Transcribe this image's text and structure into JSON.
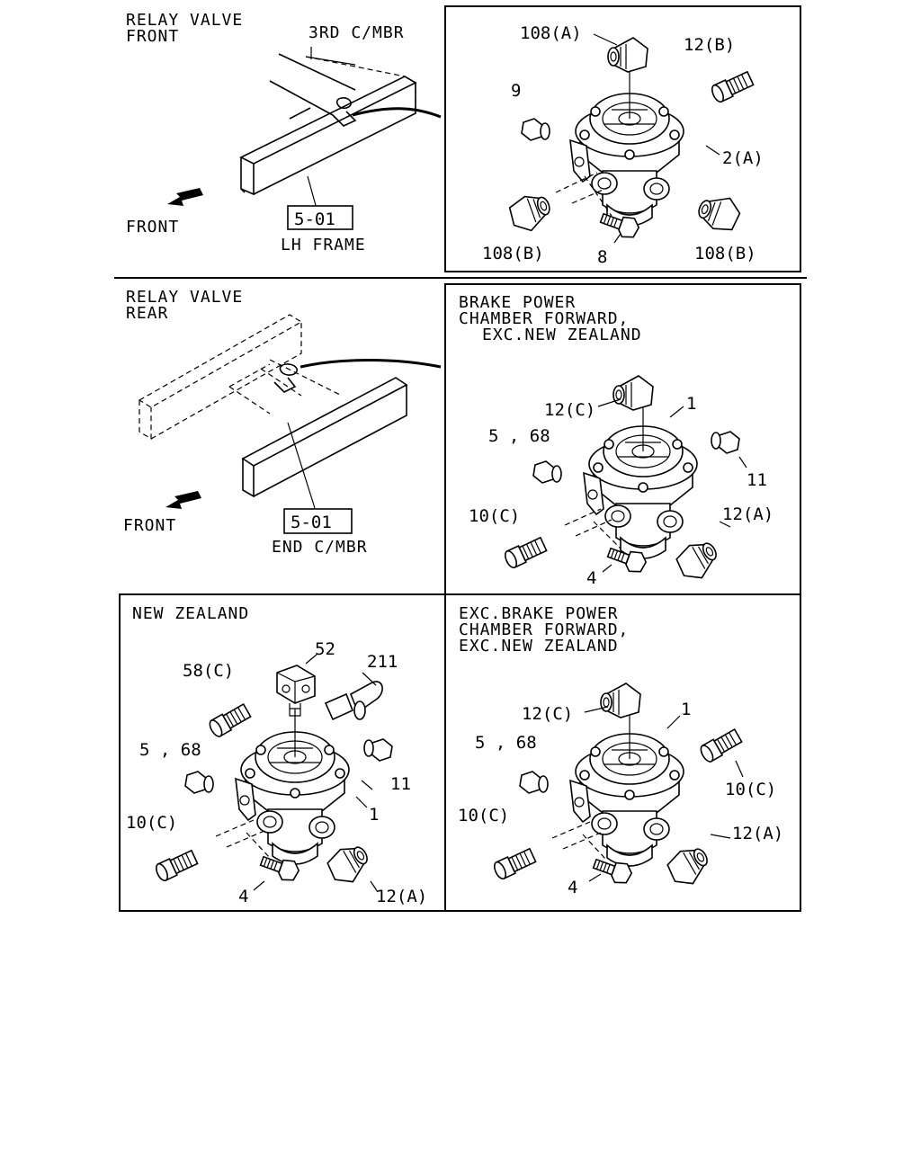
{
  "panels": {
    "relay_front": {
      "title_line1": "RELAY VALVE",
      "title_line2": "FRONT",
      "member_label": "3RD C/MBR",
      "ref_code": "5-01",
      "frame_label": "LH FRAME",
      "front_label": "FRONT"
    },
    "relay_front_parts": {
      "labels": [
        "108(A)",
        "12(B)",
        "9",
        "2(A)",
        "108(B)",
        "8",
        "108(B)"
      ]
    },
    "relay_rear": {
      "title_line1": "RELAY VALVE",
      "title_line2": "REAR",
      "ref_code": "5-01",
      "member_label": "END C/MBR",
      "front_label": "FRONT"
    },
    "brake_forward": {
      "caption_line1": "BRAKE POWER",
      "caption_line2": "CHAMBER FORWARD,",
      "caption_line3": "EXC.NEW ZEALAND",
      "labels": [
        "12(C)",
        "1",
        "5 , 68",
        "11",
        "10(C)",
        "12(A)",
        "4"
      ]
    },
    "new_zealand": {
      "caption": "NEW ZEALAND",
      "labels": [
        "52",
        "58(C)",
        "211",
        "5 , 68",
        "11",
        "1",
        "10(C)",
        "4",
        "12(A)"
      ]
    },
    "exc_brake": {
      "caption_line1": "EXC.BRAKE POWER",
      "caption_line2": "CHAMBER FORWARD,",
      "caption_line3": "EXC.NEW ZEALAND",
      "labels": [
        "12(C)",
        "1",
        "5 , 68",
        "10(C)",
        "10(C)",
        "12(A)",
        "4"
      ]
    }
  },
  "colors": {
    "ink": "#000000",
    "paper": "#ffffff"
  }
}
